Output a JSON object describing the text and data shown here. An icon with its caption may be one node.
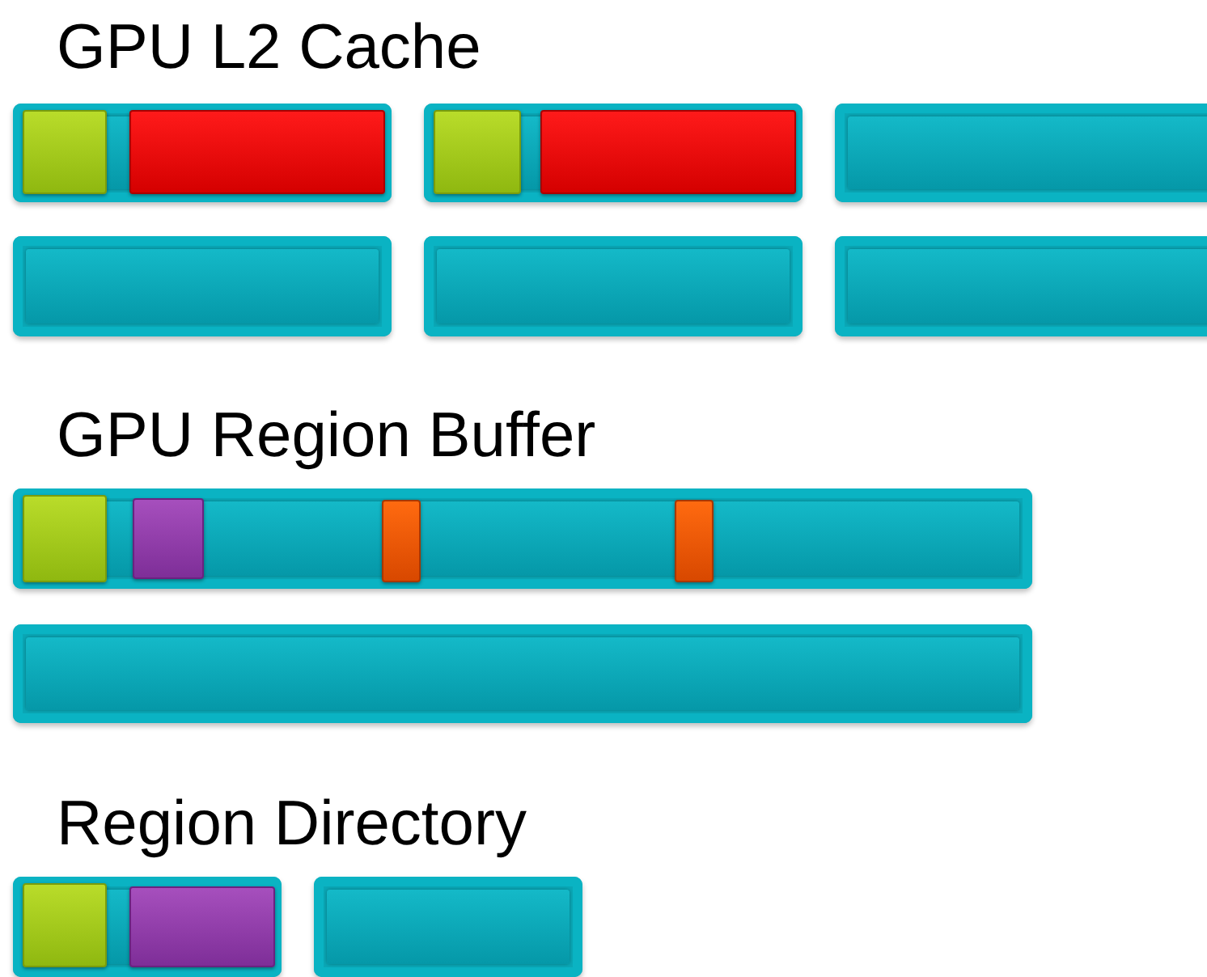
{
  "diagram": {
    "nodes": [
      {
        "text": [],
        "shape": "bar"
      },
      {
        "text": [],
        "shape": "box",
        "in": 0
      },
      {
        "text": [],
        "shape": "box",
        "in": 0
      },
      {
        "text": [],
        "shape": "bar"
      },
      {
        "text": [],
        "shape": "box",
        "in": 3
      },
      {
        "text": [],
        "shape": "box",
        "in": 3
      },
      {
        "text": [],
        "shape": "bar"
      },
      {
        "text": [],
        "shape": "bar"
      },
      {
        "text": [],
        "shape": "bar"
      },
      {
        "text": [],
        "shape": "bar"
      },
      {
        "text": [],
        "shape": "bar"
      },
      {
        "text": [],
        "shape": "box",
        "in": 10
      },
      {
        "text": [],
        "shape": "box",
        "in": 10
      },
      {
        "text": [],
        "shape": "box",
        "in": 10
      },
      {
        "text": [],
        "shape": "box",
        "in": 10
      },
      {
        "text": [],
        "shape": "bar"
      },
      {
        "text": [],
        "shape": "bar"
      },
      {
        "text": [],
        "shape": "box",
        "in": 16
      },
      {
        "text": [],
        "shape": "box",
        "in": 16
      },
      {
        "text": [],
        "shape": "bar"
      }
    ],
    "labels": [
      "GPU L2 Cache",
      "GPU Region Buffer",
      "Region Directory"
    ]
  }
}
